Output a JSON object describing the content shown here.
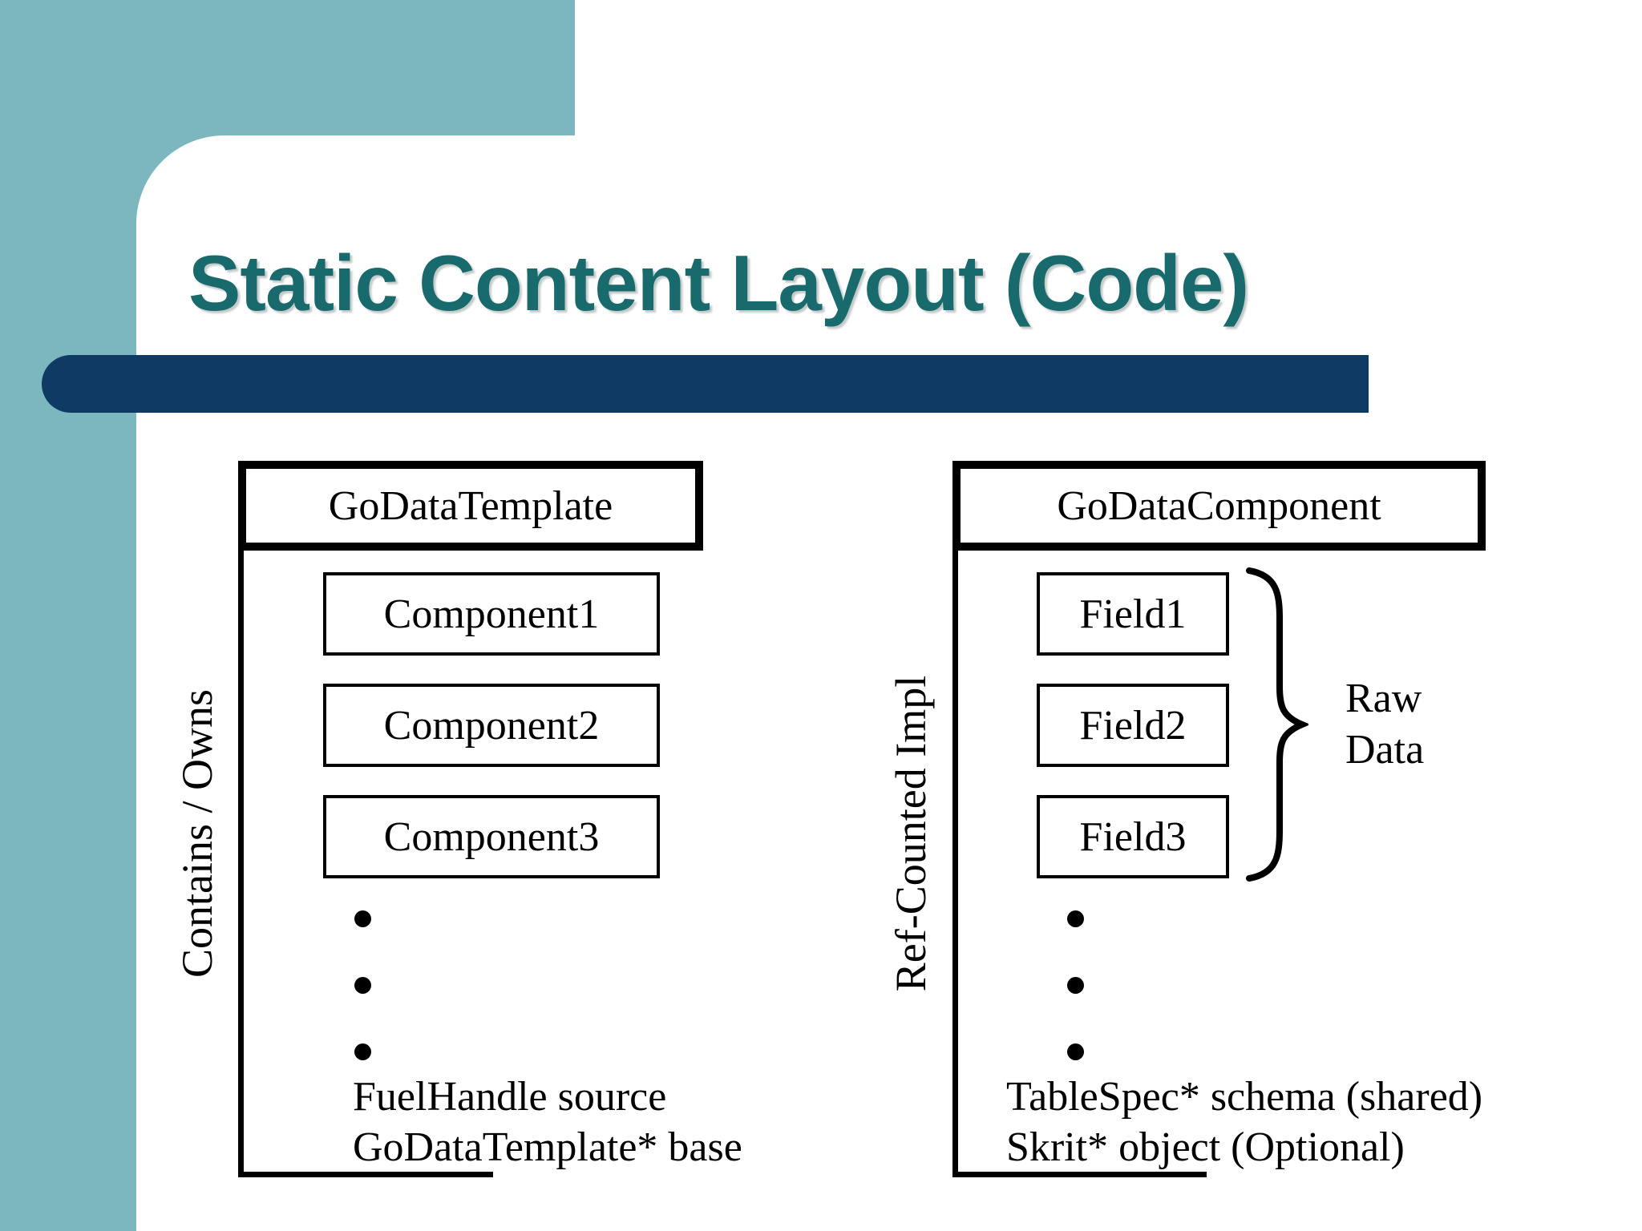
{
  "slide": {
    "title": "Static Content Layout (Code)"
  },
  "colors": {
    "sidebar_teal": "#7CB7C0",
    "accent_navy": "#0E3A64",
    "title_teal": "#186A6D",
    "diagram_ink": "#000000"
  },
  "left_diagram": {
    "title": "GoDataTemplate",
    "side_label": "Contains / Owns",
    "boxes": [
      "Component1",
      "Component2",
      "Component3"
    ],
    "footer_lines": [
      "FuelHandle source",
      "GoDataTemplate* base"
    ]
  },
  "right_diagram": {
    "title": "GoDataComponent",
    "side_label": "Ref-Counted Impl",
    "boxes": [
      "Field1",
      "Field2",
      "Field3"
    ],
    "brace_label_lines": [
      "Raw",
      "Data"
    ],
    "footer_lines": [
      "TableSpec* schema (shared)",
      "Skrit* object (Optional)"
    ]
  }
}
